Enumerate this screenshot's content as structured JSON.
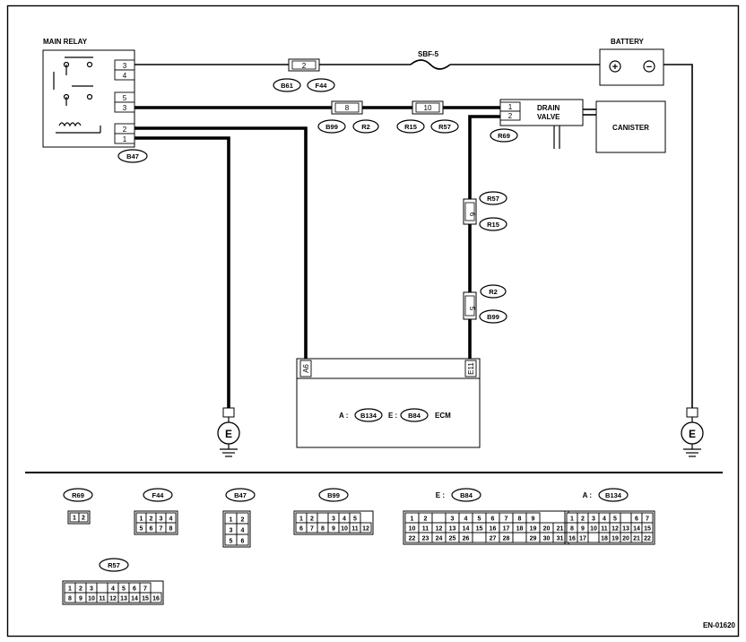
{
  "components": {
    "main_relay": "MAIN RELAY",
    "battery": "BATTERY",
    "battery_plus": "+",
    "battery_minus": "−",
    "fuse": "SBF-5",
    "drain_valve_line1": "DRAIN",
    "drain_valve_line2": "VALVE",
    "canister": "CANISTER",
    "ground_symbol": "E",
    "ecm_a_prefix": "A :",
    "ecm_e_prefix": "E :",
    "ecm_label": "ECM"
  },
  "relay_pins": [
    "3",
    "4",
    "5",
    "3",
    "2",
    "1"
  ],
  "pins": {
    "f44_2": "2",
    "b99_8": "8",
    "r57_10": "10",
    "r69_1": "1",
    "r69_2": "2",
    "r15_6": "6",
    "b99_5": "5",
    "ecm_a6": "A6",
    "ecm_e11": "E11"
  },
  "connectors": {
    "b61": "B61",
    "f44": "F44",
    "b99": "B99",
    "r2": "R2",
    "r15": "R15",
    "r57": "R57",
    "r69": "R69",
    "b47": "B47",
    "b134": "B134",
    "b84": "B84"
  },
  "connector_table": {
    "r69": {
      "title": "R69",
      "rows": [
        [
          "1",
          "2"
        ]
      ]
    },
    "f44": {
      "title": "F44",
      "rows": [
        [
          "1",
          "2",
          "3",
          "4"
        ],
        [
          "5",
          "6",
          "7",
          "8"
        ]
      ]
    },
    "b47": {
      "title": "B47",
      "rows": [
        [
          "1",
          "2"
        ],
        [
          "3",
          "4"
        ],
        [
          "5",
          "6"
        ]
      ]
    },
    "b99": {
      "title": "B99",
      "rows": [
        [
          "1",
          "2",
          "",
          "3",
          "4",
          "5"
        ],
        [
          "6",
          "7",
          "8",
          "9",
          "10",
          "11",
          "12"
        ]
      ]
    },
    "b84": {
      "prefix": "E :",
      "title": "B84",
      "rows": [
        [
          "1",
          "2",
          "",
          "3",
          "4",
          "5",
          "6",
          "7",
          "8",
          "9"
        ],
        [
          "10",
          "11",
          "12",
          "13",
          "14",
          "15",
          "16",
          "17",
          "18",
          "19",
          "20",
          "21"
        ],
        [
          "22",
          "23",
          "24",
          "25",
          "26",
          "",
          "27",
          "28",
          "",
          "29",
          "30",
          "31"
        ]
      ]
    },
    "b134": {
      "prefix": "A :",
      "title": "B134",
      "rows": [
        [
          "1",
          "2",
          "3",
          "4",
          "5",
          "",
          "6",
          "7"
        ],
        [
          "8",
          "9",
          "10",
          "11",
          "12",
          "13",
          "14",
          "15"
        ],
        [
          "16",
          "17",
          "",
          "18",
          "19",
          "20",
          "21",
          "22"
        ]
      ]
    },
    "r57": {
      "title": "R57",
      "rows": [
        [
          "1",
          "2",
          "3",
          "",
          "4",
          "5",
          "6",
          "7"
        ],
        [
          "8",
          "9",
          "10",
          "11",
          "12",
          "13",
          "14",
          "15",
          "16"
        ]
      ]
    }
  },
  "diagram_code": "EN-01620"
}
